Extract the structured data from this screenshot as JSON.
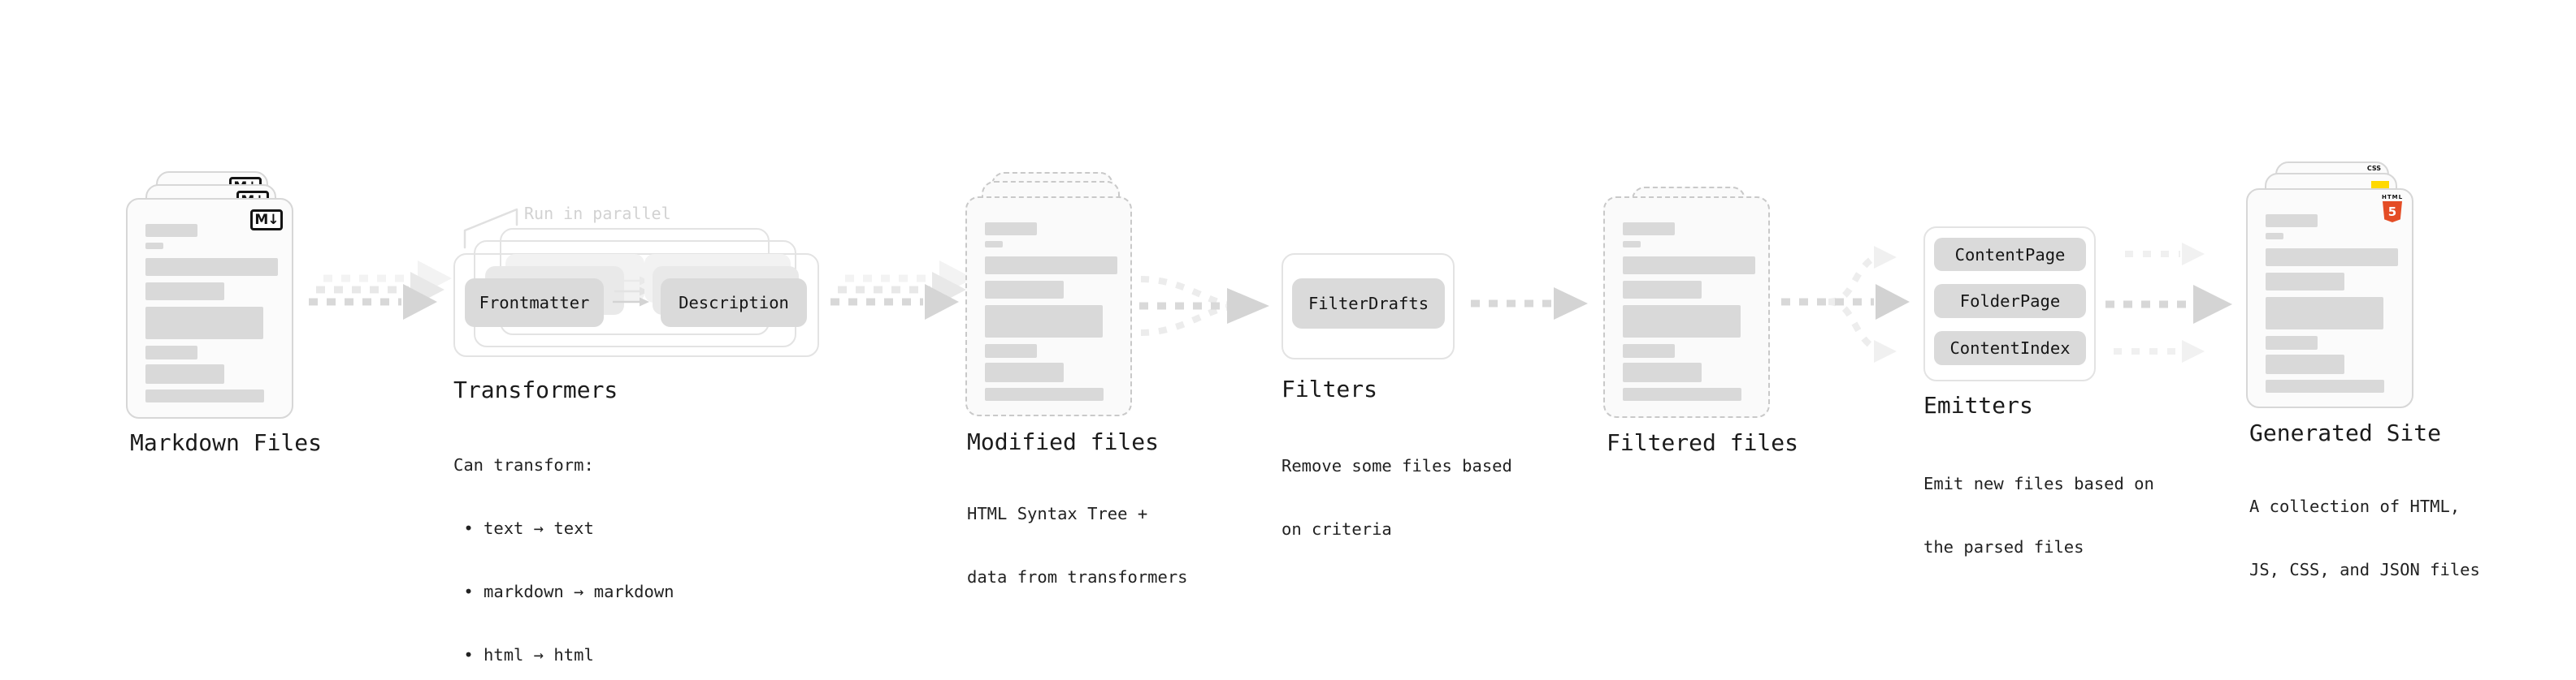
{
  "pipeline": {
    "markdown_files": {
      "label": "Markdown Files",
      "file_badge": "M↓"
    },
    "transformers": {
      "label": "Transformers",
      "parallel_note": "Run in parallel",
      "input_box": "Frontmatter",
      "output_box": "Description",
      "description_lines": [
        "Can transform:",
        " • text → text",
        " • markdown → markdown",
        " • html → html"
      ]
    },
    "modified_files": {
      "label": "Modified files",
      "description_lines": [
        "HTML Syntax Tree +",
        "data from transformers"
      ]
    },
    "filters": {
      "label": "Filters",
      "box": "FilterDrafts",
      "description_lines": [
        "Remove some files based",
        "on criteria"
      ]
    },
    "filtered_files": {
      "label": "Filtered files"
    },
    "emitters": {
      "label": "Emitters",
      "boxes": [
        "ContentPage",
        "FolderPage",
        "ContentIndex"
      ],
      "description_lines": [
        "Emit new files based on",
        "the parsed files"
      ]
    },
    "generated_site": {
      "label": "Generated Site",
      "badges": {
        "css": "CSS",
        "html_logo_text": "HTML",
        "html_logo_number": "5"
      },
      "description_lines": [
        "A collection of HTML,",
        "JS, CSS, and JSON files"
      ]
    }
  },
  "colors": {
    "html5_orange": "#e44d26",
    "js_yellow": "#ffd900",
    "css_blue": "#2d62e9",
    "arrow_gray": "#d5d5d5",
    "skeleton_gray": "#d9d9d9"
  }
}
